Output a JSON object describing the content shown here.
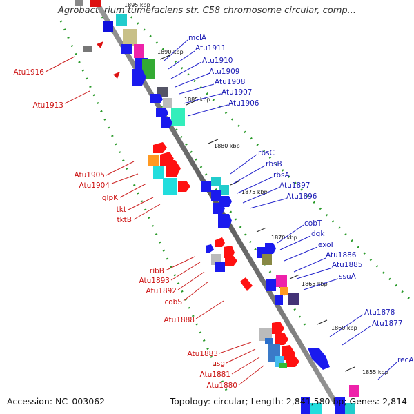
{
  "title": "Agrobacterium tumefaciens str. C58 chromosome circular, comp...",
  "footer": {
    "accession": "Accession: NC_003062",
    "topology": "Topology: circular; Length: 2,841,580 bp; Genes: 2,814"
  },
  "ticks": [
    "1895 kbp",
    "1890 kbp",
    "1885 kbp",
    "1880 kbp",
    "1875 kbp",
    "1870 kbp",
    "1865 kbp",
    "1860 kbp",
    "1855 kbp"
  ],
  "labels_forward": [
    "mclA",
    "Atu1911",
    "Atu1910",
    "Atu1909",
    "Atu1908",
    "Atu1907",
    "Atu1906",
    "rbsC",
    "rbsB",
    "rbsA",
    "Atu1897",
    "Atu1896",
    "cobT",
    "dgk",
    "exoI",
    "Atu1886",
    "Atu1885",
    "ssuA",
    "Atu1878",
    "Atu1877",
    "recA"
  ],
  "labels_reverse": [
    "Atu1916",
    "Atu1913",
    "Atu1905",
    "Atu1904",
    "glpK",
    "tkt",
    "tktB",
    "ribB",
    "Atu1893",
    "Atu1892",
    "cobS",
    "Atu1888",
    "Atu1883",
    "usg",
    "Atu1881",
    "Atu1880"
  ]
}
